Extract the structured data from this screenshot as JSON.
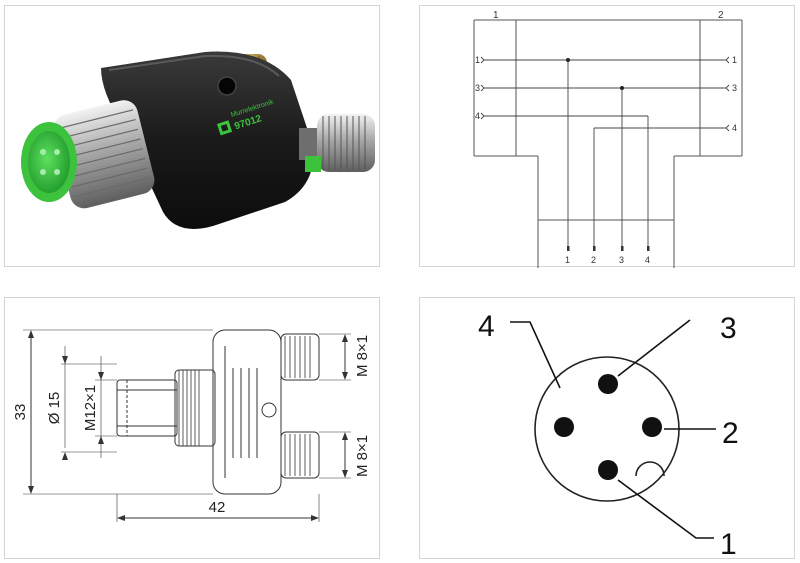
{
  "product": {
    "logo_text": "Murrelektronik",
    "part_number": "97012"
  },
  "schematic": {
    "ports_top": [
      "1",
      "2"
    ],
    "left_pins": [
      "1",
      "3",
      "4"
    ],
    "right_pins": [
      "1",
      "3",
      "4"
    ],
    "bottom_pins": [
      "1",
      "2",
      "3",
      "4"
    ]
  },
  "dimensions": {
    "height": "33",
    "diameter": "Ø 15",
    "thread_main": "M12×1",
    "thread_top": "M 8×1",
    "thread_bottom": "M 8×1",
    "length": "42"
  },
  "pinout": {
    "pins": [
      "1",
      "2",
      "3",
      "4"
    ]
  },
  "colors": {
    "connector_green": "#3cc23c",
    "housing_black": "#1c1c1c",
    "brass": "#d9b55a",
    "line": "#222222"
  }
}
